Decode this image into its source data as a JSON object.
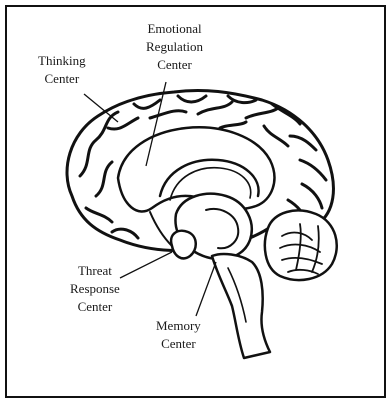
{
  "labels": {
    "thinking": [
      "Thinking",
      "Center"
    ],
    "emotional": [
      "Emotional",
      "Regulation",
      "Center"
    ],
    "threat": [
      "Threat",
      "Response",
      "Center"
    ],
    "memory": [
      "Memory",
      "Center"
    ]
  },
  "colors": {
    "line": "#111111",
    "fill": "#ffffff",
    "text": "#1a1a1a"
  }
}
